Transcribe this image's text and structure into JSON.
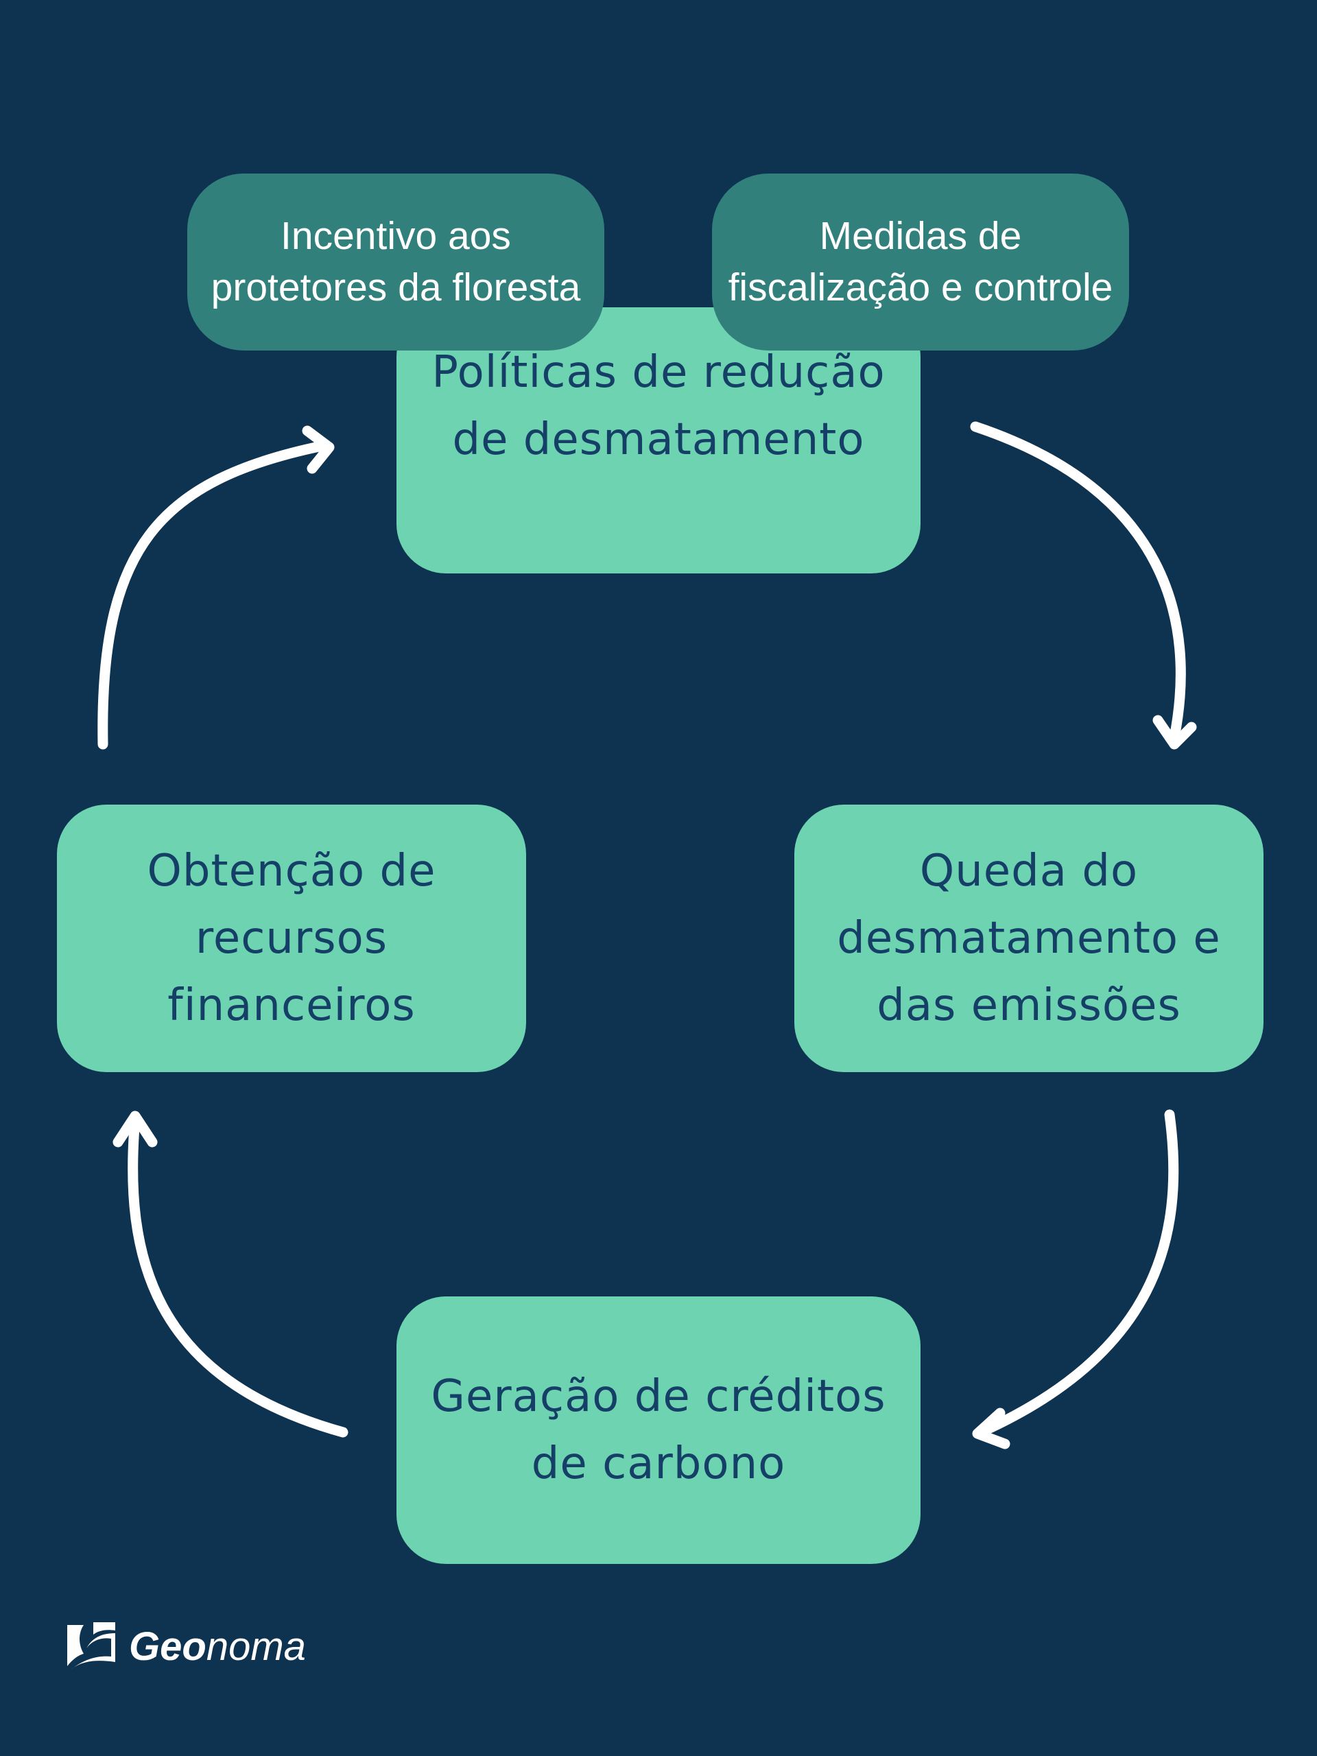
{
  "diagram": {
    "boxes": {
      "politicas": "Políticas de redução\nde desmatamento",
      "queda": "Queda do\ndesmatamento e\ndas emissões",
      "geracao": "Geração de créditos\nde carbono",
      "obtencao": "Obtenção de\nrecursos\nfinanceiros"
    },
    "sub_boxes": {
      "incentivo": "Incentivo aos\nprotetores da floresta",
      "medidas": "Medidas de\nfiscalização e controle"
    }
  },
  "logo": {
    "bold_part": "Geo",
    "light_part": "noma"
  },
  "colors": {
    "background": "#0e3350",
    "main_box": "#6dd3b0",
    "main_text": "#153f66",
    "sub_box": "#31807c",
    "arrow": "#ffffff"
  }
}
